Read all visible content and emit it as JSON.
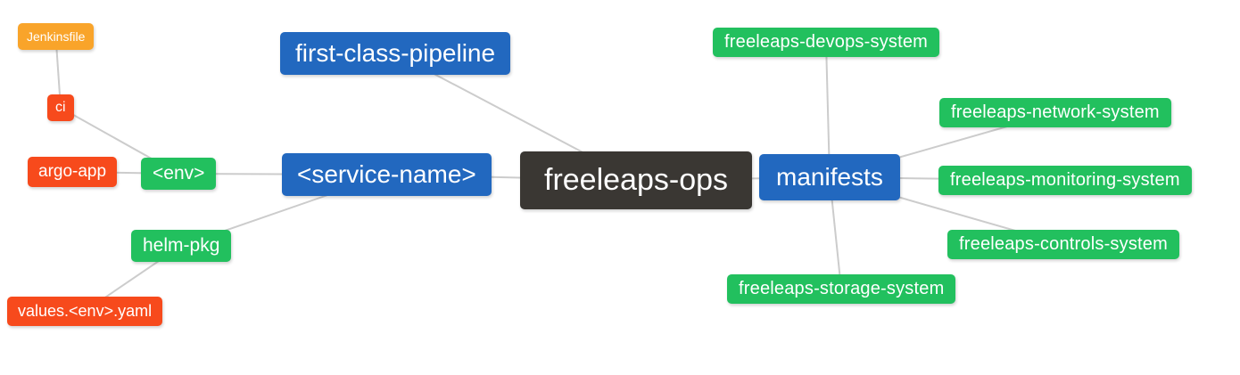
{
  "diagram": {
    "background": "#ffffff",
    "line_color": "#cccccc",
    "line_width": 2,
    "palette": {
      "orange": "#F9A42A",
      "red": "#F74A1C",
      "green": "#22C05E",
      "blue": "#2268BF",
      "dark": "#3A3733",
      "text": "#ffffff"
    },
    "nodes": [
      {
        "id": "jenkinsfile",
        "label": "Jenkinsfile",
        "color": "orange"
      },
      {
        "id": "ci",
        "label": "ci",
        "color": "red"
      },
      {
        "id": "argo-app",
        "label": "argo-app",
        "color": "red"
      },
      {
        "id": "env",
        "label": "<env>",
        "color": "green"
      },
      {
        "id": "service-name",
        "label": "<service-name>",
        "color": "blue"
      },
      {
        "id": "first-class-pipeline",
        "label": "first-class-pipeline",
        "color": "blue"
      },
      {
        "id": "freeleaps-ops",
        "label": "freeleaps-ops",
        "color": "dark"
      },
      {
        "id": "manifests",
        "label": "manifests",
        "color": "blue"
      },
      {
        "id": "freeleaps-devops-system",
        "label": "freeleaps-devops-system",
        "color": "green"
      },
      {
        "id": "freeleaps-network-system",
        "label": "freeleaps-network-system",
        "color": "green"
      },
      {
        "id": "freeleaps-monitoring-system",
        "label": "freeleaps-monitoring-system",
        "color": "green"
      },
      {
        "id": "freeleaps-controls-system",
        "label": "freeleaps-controls-system",
        "color": "green"
      },
      {
        "id": "freeleaps-storage-system",
        "label": "freeleaps-storage-system",
        "color": "green"
      },
      {
        "id": "helm-pkg",
        "label": "helm-pkg",
        "color": "green"
      },
      {
        "id": "values-env-yaml",
        "label": "values.<env>.yaml",
        "color": "red"
      }
    ],
    "edges": [
      [
        "jenkinsfile",
        "ci"
      ],
      [
        "ci",
        "env"
      ],
      [
        "argo-app",
        "env"
      ],
      [
        "env",
        "service-name"
      ],
      [
        "first-class-pipeline",
        "freeleaps-ops"
      ],
      [
        "service-name",
        "freeleaps-ops"
      ],
      [
        "helm-pkg",
        "service-name"
      ],
      [
        "values-env-yaml",
        "helm-pkg"
      ],
      [
        "freeleaps-ops",
        "manifests"
      ],
      [
        "manifests",
        "freeleaps-devops-system"
      ],
      [
        "manifests",
        "freeleaps-network-system"
      ],
      [
        "manifests",
        "freeleaps-monitoring-system"
      ],
      [
        "manifests",
        "freeleaps-controls-system"
      ],
      [
        "manifests",
        "freeleaps-storage-system"
      ]
    ]
  }
}
